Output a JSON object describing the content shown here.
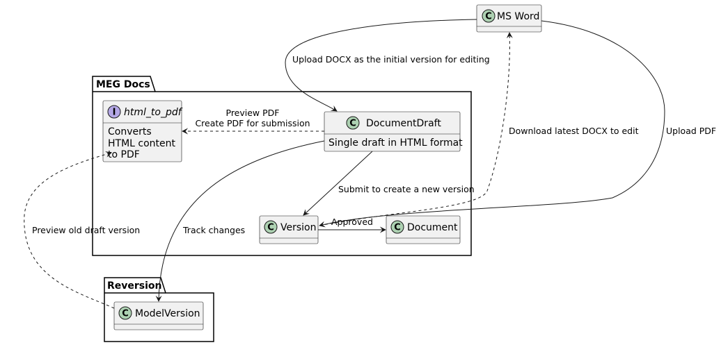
{
  "packages": {
    "meg_docs": "MEG Docs",
    "reversion": "Reversion"
  },
  "classes": {
    "ms_word": {
      "name": "MS Word",
      "stereotype": "C"
    },
    "document_draft": {
      "name": "DocumentDraft",
      "stereotype": "C",
      "description": "Single draft in HTML format"
    },
    "html_to_pdf": {
      "name": "html_to_pdf",
      "stereotype": "I",
      "description": [
        "Converts",
        "HTML content",
        "to PDF"
      ]
    },
    "version": {
      "name": "Version",
      "stereotype": "C"
    },
    "document": {
      "name": "Document",
      "stereotype": "C"
    },
    "model_version": {
      "name": "ModelVersion",
      "stereotype": "C"
    }
  },
  "edges": {
    "upload_docx": "Upload DOCX as the initial version for editing",
    "preview_pdf": [
      "Preview PDF",
      "Create PDF for submission"
    ],
    "download_docx": "Download latest DOCX to edit",
    "upload_pdf": "Upload PDF",
    "submit_version": "Submit to create a new version",
    "track_changes": "Track changes",
    "preview_old_draft": "Preview old draft version",
    "approved": "Approved"
  }
}
